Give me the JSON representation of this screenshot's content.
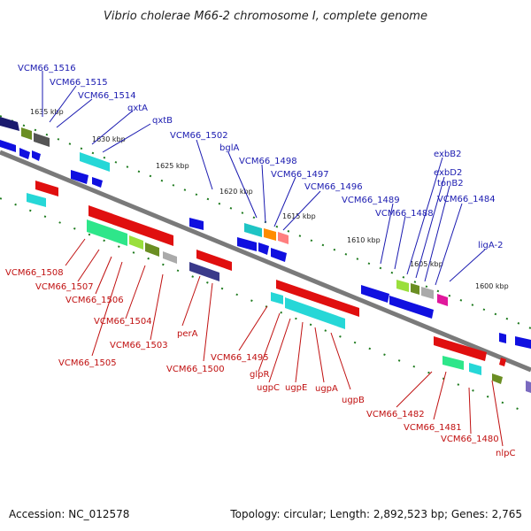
{
  "title": "Vibrio cholerae M66-2 chromosome I, complete genome",
  "footer": {
    "accession": "Accession: NC_012578",
    "summary": "Topology: circular; Length: 2,892,523 bp; Genes: 2,765"
  },
  "colors": {
    "backbone": "#7a7a7a",
    "plus_strand": "#0a0ae6",
    "minus_strand": "#e60f0f",
    "tick": "#1d7a1d",
    "label_plus": "#1a1ab0",
    "label_minus": "#c01010"
  },
  "positions_kbp": [
    "1635 kbp",
    "1630 kbp",
    "1625 kbp",
    "1620 kbp",
    "1615 kbp",
    "1610 kbp",
    "1605 kbp",
    "1600 kbp"
  ],
  "gene_labels_top": [
    "VCM66_1516",
    "VCM66_1515",
    "VCM66_1514",
    "qxtA",
    "qxtB",
    "VCM66_1502",
    "bglA",
    "VCM66_1498",
    "VCM66_1497",
    "VCM66_1496",
    "VCM66_1489",
    "VCM66_1488",
    "exbB2",
    "exbD2",
    "tonB2",
    "VCM66_1484",
    "ligA-2"
  ],
  "gene_labels_bottom": [
    "VCM66_1508",
    "VCM66_1507",
    "VCM66_1506",
    "VCM66_1505",
    "VCM66_1504",
    "VCM66_1503",
    "perA",
    "VCM66_1500",
    "VCM66_1495",
    "glpR",
    "ugpC",
    "ugpE",
    "ugpA",
    "ugpB",
    "VCM66_1482",
    "VCM66_1481",
    "VCM66_1480",
    "nlpC"
  ]
}
